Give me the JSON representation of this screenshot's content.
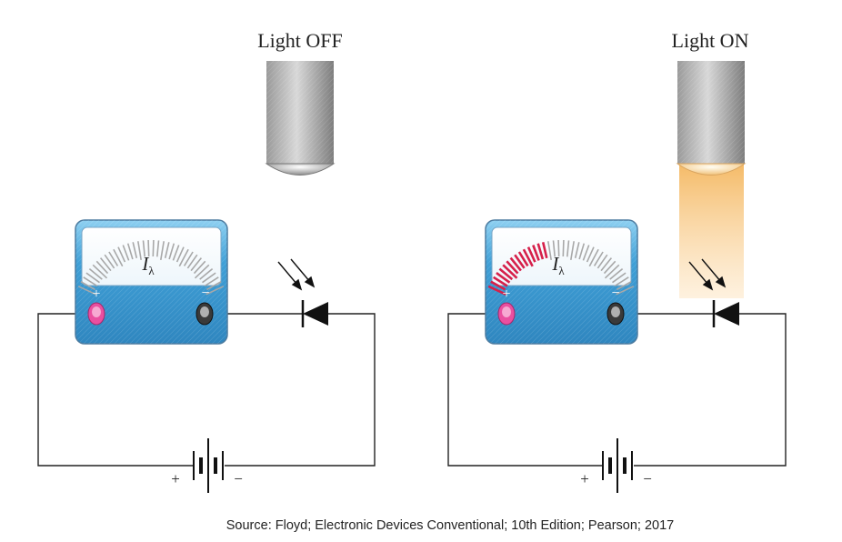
{
  "panels": [
    {
      "key": "off",
      "title": "Light OFF",
      "light_on": false,
      "meter_label_base": "I",
      "meter_label_sub": "λ",
      "meter_plus": "+",
      "meter_minus": "−",
      "battery_plus": "+",
      "battery_minus": "−",
      "deflection_fraction": 0.0
    },
    {
      "key": "on",
      "title": "Light ON",
      "light_on": true,
      "meter_label_base": "I",
      "meter_label_sub": "λ",
      "meter_plus": "+",
      "meter_minus": "−",
      "battery_plus": "+",
      "battery_minus": "−",
      "deflection_fraction": 0.4
    }
  ],
  "source": "Source: Floyd; Electronic Devices Conventional; 10th Edition; Pearson; 2017",
  "colors": {
    "meter_body": "#3f9fd6",
    "meter_red": "#d6204a",
    "terminal_plus": "#ea4fa0",
    "terminal_minus": "#333333",
    "wire": "#222222",
    "light_beam": "#f6c27a"
  }
}
